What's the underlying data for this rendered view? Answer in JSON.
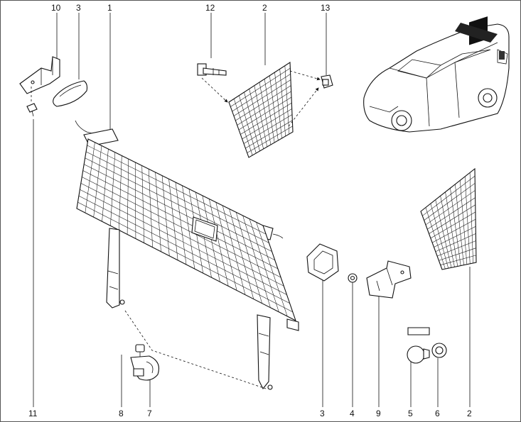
{
  "callouts": [
    {
      "id": "c10",
      "text": "10"
    },
    {
      "id": "c3a",
      "text": "3"
    },
    {
      "id": "c1",
      "text": "1"
    },
    {
      "id": "c12",
      "text": "12"
    },
    {
      "id": "c2a",
      "text": "2"
    },
    {
      "id": "c13",
      "text": "13"
    },
    {
      "id": "c11",
      "text": "11"
    },
    {
      "id": "c8",
      "text": "8"
    },
    {
      "id": "c7",
      "text": "7"
    },
    {
      "id": "c3b",
      "text": "3"
    },
    {
      "id": "c4",
      "text": "4"
    },
    {
      "id": "c9",
      "text": "9"
    },
    {
      "id": "c5",
      "text": "5"
    },
    {
      "id": "c6",
      "text": "6"
    },
    {
      "id": "c2b",
      "text": "2"
    }
  ]
}
